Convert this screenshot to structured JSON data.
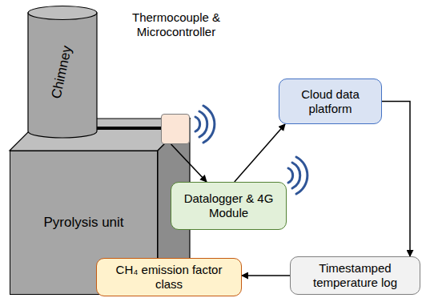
{
  "diagram": {
    "nodes": [
      {
        "text": [
          "Chimney"
        ]
      },
      {
        "text": [
          "Thermocouple & Microcontroller"
        ]
      },
      {
        "text": [
          "Pyrolysis unit"
        ]
      },
      {
        "text": [
          "Cloud data platform"
        ]
      },
      {
        "text": [
          "Datalogger & 4G Module"
        ]
      },
      {
        "text": [
          "Timestamped temperature log"
        ]
      },
      {
        "text": [
          "CH₄ emission factor class"
        ]
      }
    ],
    "edges": [
      {
        "from": 1,
        "to": 4,
        "arrow": "to"
      },
      {
        "from": 4,
        "to": 3,
        "arrow": "to"
      },
      {
        "from": 3,
        "to": 5,
        "arrow": "to"
      },
      {
        "from": 5,
        "to": 6,
        "arrow": "to"
      }
    ]
  }
}
